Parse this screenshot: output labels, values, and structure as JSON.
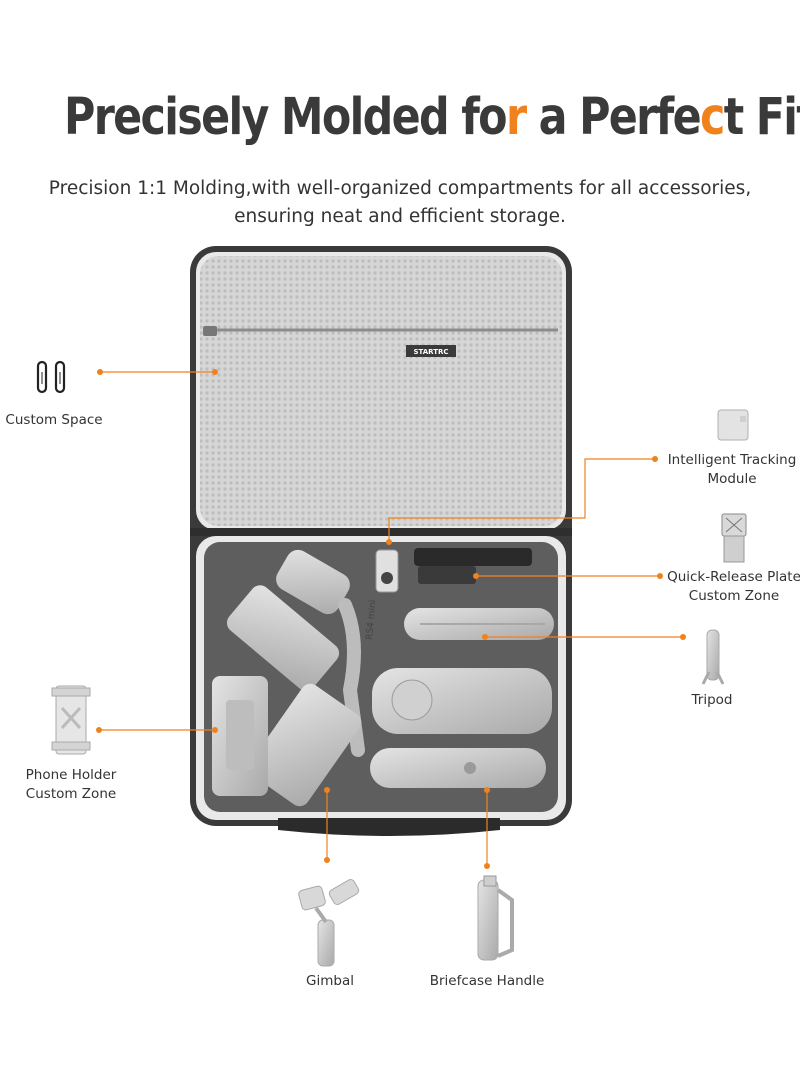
{
  "headline": {
    "part1": "Precisely Molded fo",
    "accent1": "r",
    "part2": " a Perfe",
    "accent2": "c",
    "part3": "t Fit"
  },
  "subtitle": {
    "line1": "Precision 1:1 Molding,with well-organized compartments for all accessories,",
    "line2": "ensuring neat and efficient storage."
  },
  "brand_tag": "STARTRC",
  "gimbal_text": "RS4 mini",
  "callouts": {
    "custom_space": "Custom Space",
    "tracking_line1": "Intelligent Tracking",
    "tracking_line2": "Module",
    "quick_release_line1": "Quick-Release Plate",
    "quick_release_line2": "Custom Zone",
    "tripod": "Tripod",
    "phone_holder_line1": "Phone Holder",
    "phone_holder_line2": "Custom Zone",
    "gimbal": "Gimbal",
    "briefcase_handle": "Briefcase Handle"
  },
  "colors": {
    "accent": "#f0821e",
    "headline": "#3a3a3a",
    "case_shell": "#3c3c3c",
    "mesh": "#cfcfcf",
    "foam": "#5a5a5a"
  },
  "icons": [
    "cable-icon",
    "tracking-module-icon",
    "quick-release-plate-icon",
    "tripod-icon",
    "phone-holder-icon",
    "gimbal-icon",
    "briefcase-handle-icon"
  ]
}
